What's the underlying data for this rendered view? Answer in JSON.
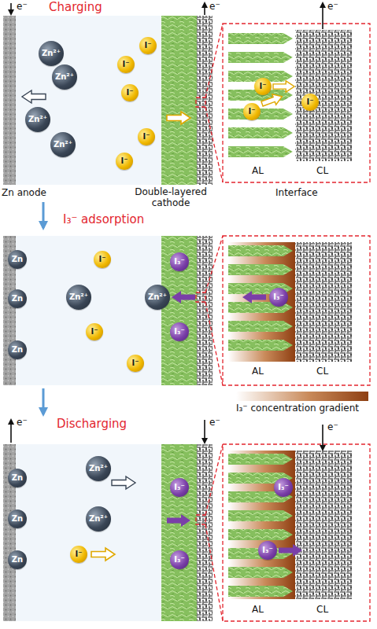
{
  "diagram": {
    "nodes": [
      {
        "text": [
          "Zn²⁺"
        ]
      },
      {
        "text": [
          "Zn²⁺"
        ]
      },
      {
        "text": [
          "Zn²⁺"
        ]
      },
      {
        "text": [
          "Zn²⁺"
        ]
      },
      {
        "text": [
          "I⁻"
        ]
      },
      {
        "text": [
          "I⁻"
        ]
      },
      {
        "text": [
          "I⁻"
        ]
      },
      {
        "text": [
          "I⁻"
        ]
      },
      {
        "text": [
          "I⁻"
        ]
      },
      {
        "text": [
          "I⁻"
        ]
      },
      {
        "text": [
          "I⁻"
        ]
      },
      {
        "text": [
          "I⁻"
        ]
      },
      {
        "text": [
          "Zn"
        ]
      },
      {
        "text": [
          "Zn"
        ]
      },
      {
        "text": [
          "Zn"
        ]
      },
      {
        "text": [
          "I⁻"
        ]
      },
      {
        "text": [
          "Zn²⁺"
        ]
      },
      {
        "text": [
          "I₃⁻"
        ]
      },
      {
        "text": [
          "Zn²⁺"
        ]
      },
      {
        "text": [
          "I⁻"
        ]
      },
      {
        "text": [
          "I₃⁻"
        ]
      },
      {
        "text": [
          "I⁻"
        ]
      },
      {
        "text": [
          "I₃⁻"
        ]
      },
      {
        "text": [
          "Zn"
        ]
      },
      {
        "text": [
          "Zn"
        ]
      },
      {
        "text": [
          "Zn"
        ]
      },
      {
        "text": [
          "Zn²⁺"
        ]
      },
      {
        "text": [
          "I₃⁻"
        ]
      },
      {
        "text": [
          "Zn²⁺"
        ]
      },
      {
        "text": [
          "I⁻"
        ]
      },
      {
        "text": [
          "I₃⁻"
        ]
      },
      {
        "text": [
          "I₃⁻"
        ]
      },
      {
        "text": [
          "I₃⁻"
        ]
      }
    ],
    "labels": [
      "e⁻",
      "Charging",
      "e⁻",
      "e⁻",
      "Zn anode",
      "Double-layered cathode",
      "AL",
      "CL",
      "Interface",
      "I₃⁻ adsorption",
      "AL",
      "CL",
      "I₃⁻ concentration gradient",
      "e⁻",
      "Discharging",
      "e⁻",
      "e⁻",
      "AL",
      "CL"
    ]
  }
}
